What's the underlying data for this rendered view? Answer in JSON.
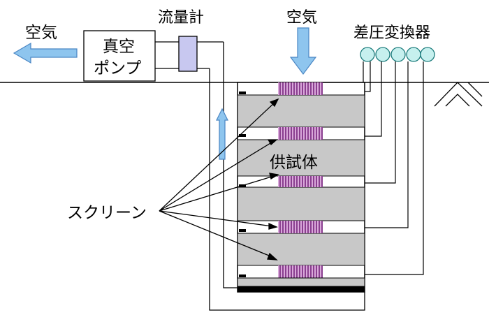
{
  "labels": {
    "air_left": "空気",
    "vacuum_pump_line1": "真空",
    "vacuum_pump_line2": "ポンプ",
    "flowmeter": "流量計",
    "air_top": "空気",
    "pressure_transducer": "差圧変換器",
    "specimen": "供試体",
    "screen": "スクリーン"
  },
  "colors": {
    "air_arrow": "#8ec5ee",
    "air_arrow_stroke": "#4a86c4",
    "specimen_fill": "#c8c8c8",
    "screen_stripe": "#8a3f8f",
    "screen_stripe_light": "#d9a8da",
    "flowmeter_fill": "#c8c8f0",
    "transducer_fill": "#c6f0ee",
    "line": "#000000"
  },
  "specimen_layers": 5,
  "transducer_count": 5
}
